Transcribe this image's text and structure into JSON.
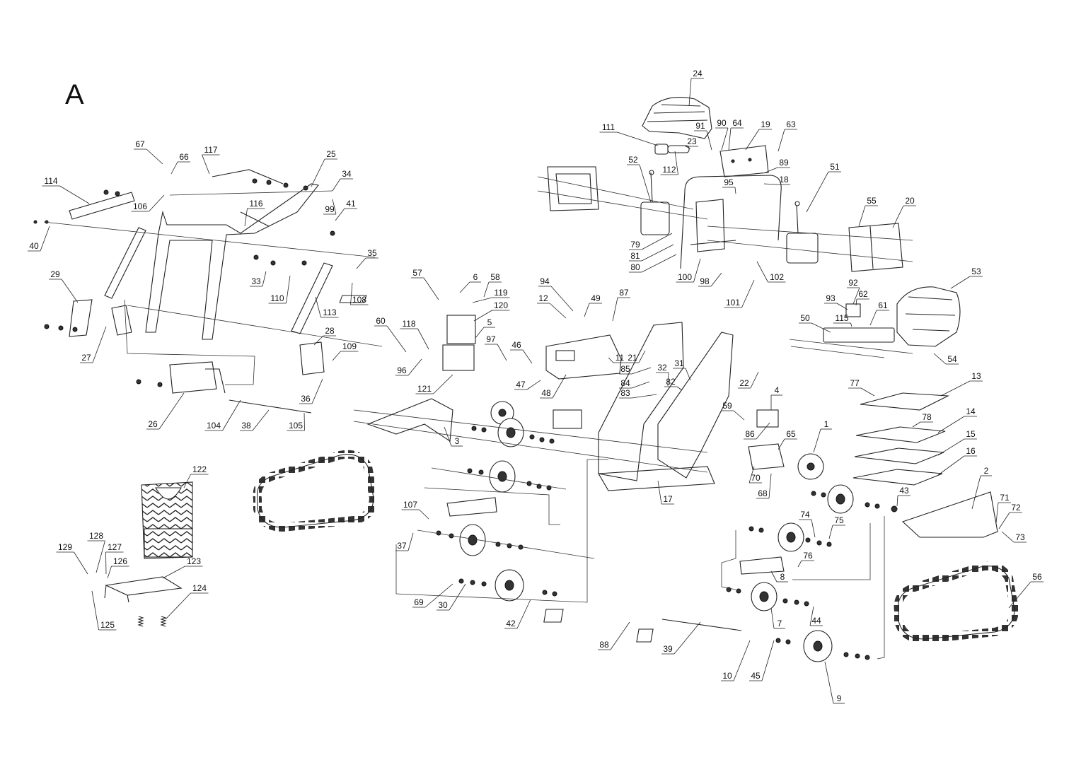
{
  "sheet": {
    "letter": "A"
  },
  "callouts": [
    {
      "id": "c24",
      "label": "24"
    },
    {
      "id": "c111",
      "label": "111"
    },
    {
      "id": "c91",
      "label": "91"
    },
    {
      "id": "c90",
      "label": "90"
    },
    {
      "id": "c64",
      "label": "64"
    },
    {
      "id": "c19",
      "label": "19"
    },
    {
      "id": "c63",
      "label": "63"
    },
    {
      "id": "c23",
      "label": "23"
    },
    {
      "id": "c52",
      "label": "52"
    },
    {
      "id": "c112",
      "label": "112"
    },
    {
      "id": "c89",
      "label": "89"
    },
    {
      "id": "c95",
      "label": "95"
    },
    {
      "id": "c18",
      "label": "18"
    },
    {
      "id": "c51",
      "label": "51"
    },
    {
      "id": "c55",
      "label": "55"
    },
    {
      "id": "c20",
      "label": "20"
    },
    {
      "id": "c79",
      "label": "79"
    },
    {
      "id": "c81",
      "label": "81"
    },
    {
      "id": "c80",
      "label": "80"
    },
    {
      "id": "c100",
      "label": "100"
    },
    {
      "id": "c98",
      "label": "98"
    },
    {
      "id": "c102",
      "label": "102"
    },
    {
      "id": "c101",
      "label": "101"
    },
    {
      "id": "c53",
      "label": "53"
    },
    {
      "id": "c92",
      "label": "92"
    },
    {
      "id": "c93",
      "label": "93"
    },
    {
      "id": "c62",
      "label": "62"
    },
    {
      "id": "c115",
      "label": "115"
    },
    {
      "id": "c61",
      "label": "61"
    },
    {
      "id": "c50",
      "label": "50"
    },
    {
      "id": "c54",
      "label": "54"
    },
    {
      "id": "c67",
      "label": "67"
    },
    {
      "id": "c66",
      "label": "66"
    },
    {
      "id": "c117",
      "label": "117"
    },
    {
      "id": "c25",
      "label": "25"
    },
    {
      "id": "c114",
      "label": "114"
    },
    {
      "id": "c106",
      "label": "106"
    },
    {
      "id": "c34",
      "label": "34"
    },
    {
      "id": "c99",
      "label": "99"
    },
    {
      "id": "c116",
      "label": "116"
    },
    {
      "id": "c41",
      "label": "41"
    },
    {
      "id": "c40",
      "label": "40"
    },
    {
      "id": "c35",
      "label": "35"
    },
    {
      "id": "c33",
      "label": "33"
    },
    {
      "id": "c108",
      "label": "108"
    },
    {
      "id": "c110",
      "label": "110"
    },
    {
      "id": "c29",
      "label": "29"
    },
    {
      "id": "c113",
      "label": "113"
    },
    {
      "id": "c28",
      "label": "28"
    },
    {
      "id": "c27",
      "label": "27"
    },
    {
      "id": "c109",
      "label": "109"
    },
    {
      "id": "c36",
      "label": "36"
    },
    {
      "id": "c26",
      "label": "26"
    },
    {
      "id": "c104",
      "label": "104"
    },
    {
      "id": "c38",
      "label": "38"
    },
    {
      "id": "c105",
      "label": "105"
    },
    {
      "id": "c57",
      "label": "57"
    },
    {
      "id": "c6",
      "label": "6"
    },
    {
      "id": "c58",
      "label": "58"
    },
    {
      "id": "c119",
      "label": "119"
    },
    {
      "id": "c120",
      "label": "120"
    },
    {
      "id": "c60",
      "label": "60"
    },
    {
      "id": "c118",
      "label": "118"
    },
    {
      "id": "c5",
      "label": "5"
    },
    {
      "id": "c97",
      "label": "97"
    },
    {
      "id": "c96",
      "label": "96"
    },
    {
      "id": "c121",
      "label": "121"
    },
    {
      "id": "c94",
      "label": "94"
    },
    {
      "id": "c12",
      "label": "12"
    },
    {
      "id": "c49",
      "label": "49"
    },
    {
      "id": "c87",
      "label": "87"
    },
    {
      "id": "c46",
      "label": "46"
    },
    {
      "id": "c11",
      "label": "11"
    },
    {
      "id": "c47",
      "label": "47"
    },
    {
      "id": "c48",
      "label": "48"
    },
    {
      "id": "c21",
      "label": "21"
    },
    {
      "id": "c85",
      "label": "85"
    },
    {
      "id": "c32",
      "label": "32"
    },
    {
      "id": "c31",
      "label": "31"
    },
    {
      "id": "c84",
      "label": "84"
    },
    {
      "id": "c83",
      "label": "83"
    },
    {
      "id": "c82",
      "label": "82"
    },
    {
      "id": "c22",
      "label": "22"
    },
    {
      "id": "c4",
      "label": "4"
    },
    {
      "id": "c59",
      "label": "59"
    },
    {
      "id": "c86",
      "label": "86"
    },
    {
      "id": "c65",
      "label": "65"
    },
    {
      "id": "c1",
      "label": "1"
    },
    {
      "id": "c13",
      "label": "13"
    },
    {
      "id": "c77",
      "label": "77"
    },
    {
      "id": "c78",
      "label": "78"
    },
    {
      "id": "c14",
      "label": "14"
    },
    {
      "id": "c15",
      "label": "15"
    },
    {
      "id": "c16",
      "label": "16"
    },
    {
      "id": "c3",
      "label": "3"
    },
    {
      "id": "c70",
      "label": "70"
    },
    {
      "id": "c68",
      "label": "68"
    },
    {
      "id": "c17",
      "label": "17"
    },
    {
      "id": "c2",
      "label": "2"
    },
    {
      "id": "c43",
      "label": "43"
    },
    {
      "id": "c71",
      "label": "71"
    },
    {
      "id": "c72",
      "label": "72"
    },
    {
      "id": "c73",
      "label": "73"
    },
    {
      "id": "c122",
      "label": "122"
    },
    {
      "id": "c107",
      "label": "107"
    },
    {
      "id": "c37",
      "label": "37"
    },
    {
      "id": "c74",
      "label": "74"
    },
    {
      "id": "c75",
      "label": "75"
    },
    {
      "id": "c76",
      "label": "76"
    },
    {
      "id": "c8",
      "label": "8"
    },
    {
      "id": "c128",
      "label": "128"
    },
    {
      "id": "c129",
      "label": "129"
    },
    {
      "id": "c127",
      "label": "127"
    },
    {
      "id": "c126",
      "label": "126"
    },
    {
      "id": "c123",
      "label": "123"
    },
    {
      "id": "c69",
      "label": "69"
    },
    {
      "id": "c30",
      "label": "30"
    },
    {
      "id": "c42",
      "label": "42"
    },
    {
      "id": "c124",
      "label": "124"
    },
    {
      "id": "c125",
      "label": "125"
    },
    {
      "id": "c7",
      "label": "7"
    },
    {
      "id": "c44",
      "label": "44"
    },
    {
      "id": "c56",
      "label": "56"
    },
    {
      "id": "c88",
      "label": "88"
    },
    {
      "id": "c39",
      "label": "39"
    },
    {
      "id": "c10",
      "label": "10"
    },
    {
      "id": "c45",
      "label": "45"
    },
    {
      "id": "c9",
      "label": "9"
    }
  ]
}
